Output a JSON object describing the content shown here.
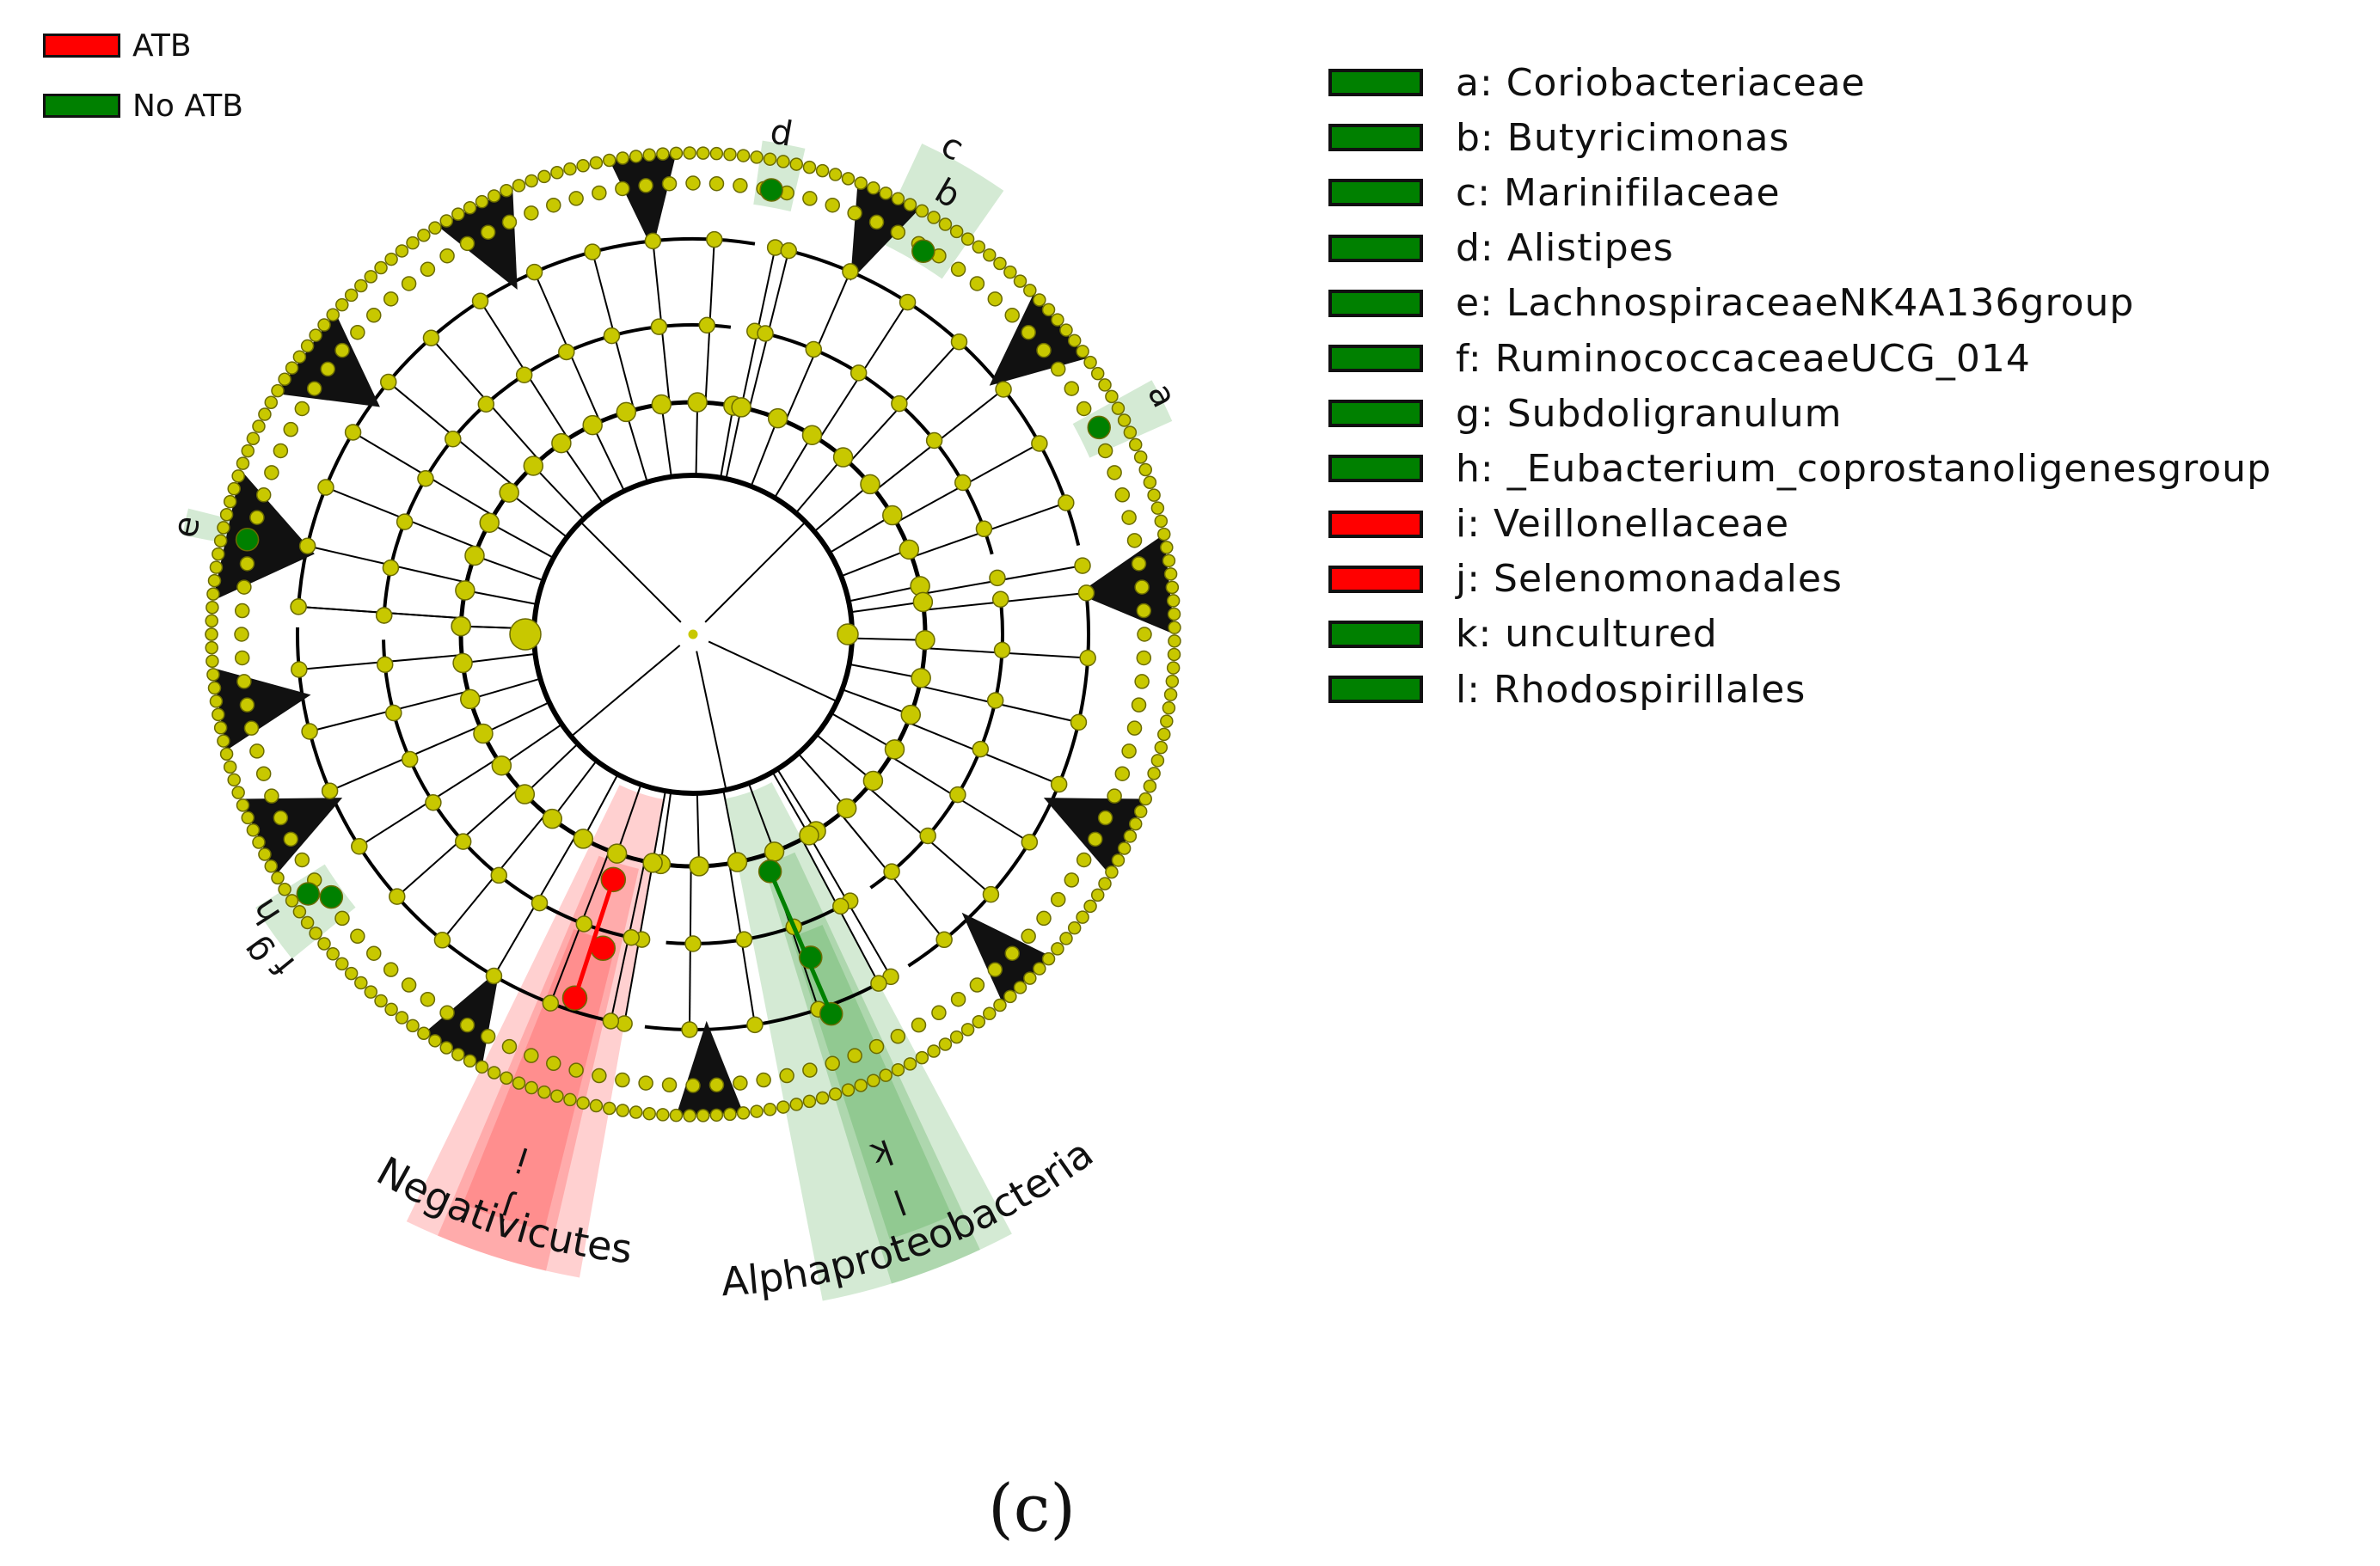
{
  "colors": {
    "atb": "#ff0000",
    "no_atb": "#008000",
    "node": "#c8c800",
    "node_stroke": "#6b6b00",
    "line": "#000000"
  },
  "group_legend": [
    {
      "label": "ATB",
      "color": "#ff0000"
    },
    {
      "label": "No ATB",
      "color": "#008000"
    }
  ],
  "taxa_legend": [
    {
      "label": "a: Coriobacteriaceae",
      "color": "#008000"
    },
    {
      "label": "b: Butyricimonas",
      "color": "#008000"
    },
    {
      "label": "c: Marinifilaceae",
      "color": "#008000"
    },
    {
      "label": "d: Alistipes",
      "color": "#008000"
    },
    {
      "label": "e: LachnospiraceaeNK4A136group",
      "color": "#008000"
    },
    {
      "label": "f: RuminococcaceaeUCG_014",
      "color": "#008000"
    },
    {
      "label": "g: Subdoligranulum",
      "color": "#008000"
    },
    {
      "label": "h: _Eubacterium_coprostanoligenesgroup",
      "color": "#008000"
    },
    {
      "label": "i: Veillonellaceae",
      "color": "#ff0000"
    },
    {
      "label": "j: Selenomonadales",
      "color": "#ff0000"
    },
    {
      "label": "k: uncultured",
      "color": "#008000"
    },
    {
      "label": "l: Rhodospirillales",
      "color": "#008000"
    }
  ],
  "clade_labels": {
    "negativicutes": "Negativicutes",
    "alphaproteobacteria": "Alphaproteobacteria",
    "letters": [
      "a",
      "b",
      "c",
      "d",
      "e",
      "f",
      "g",
      "h",
      "i",
      "j",
      "k",
      "l"
    ]
  },
  "panel_label": "(c)"
}
